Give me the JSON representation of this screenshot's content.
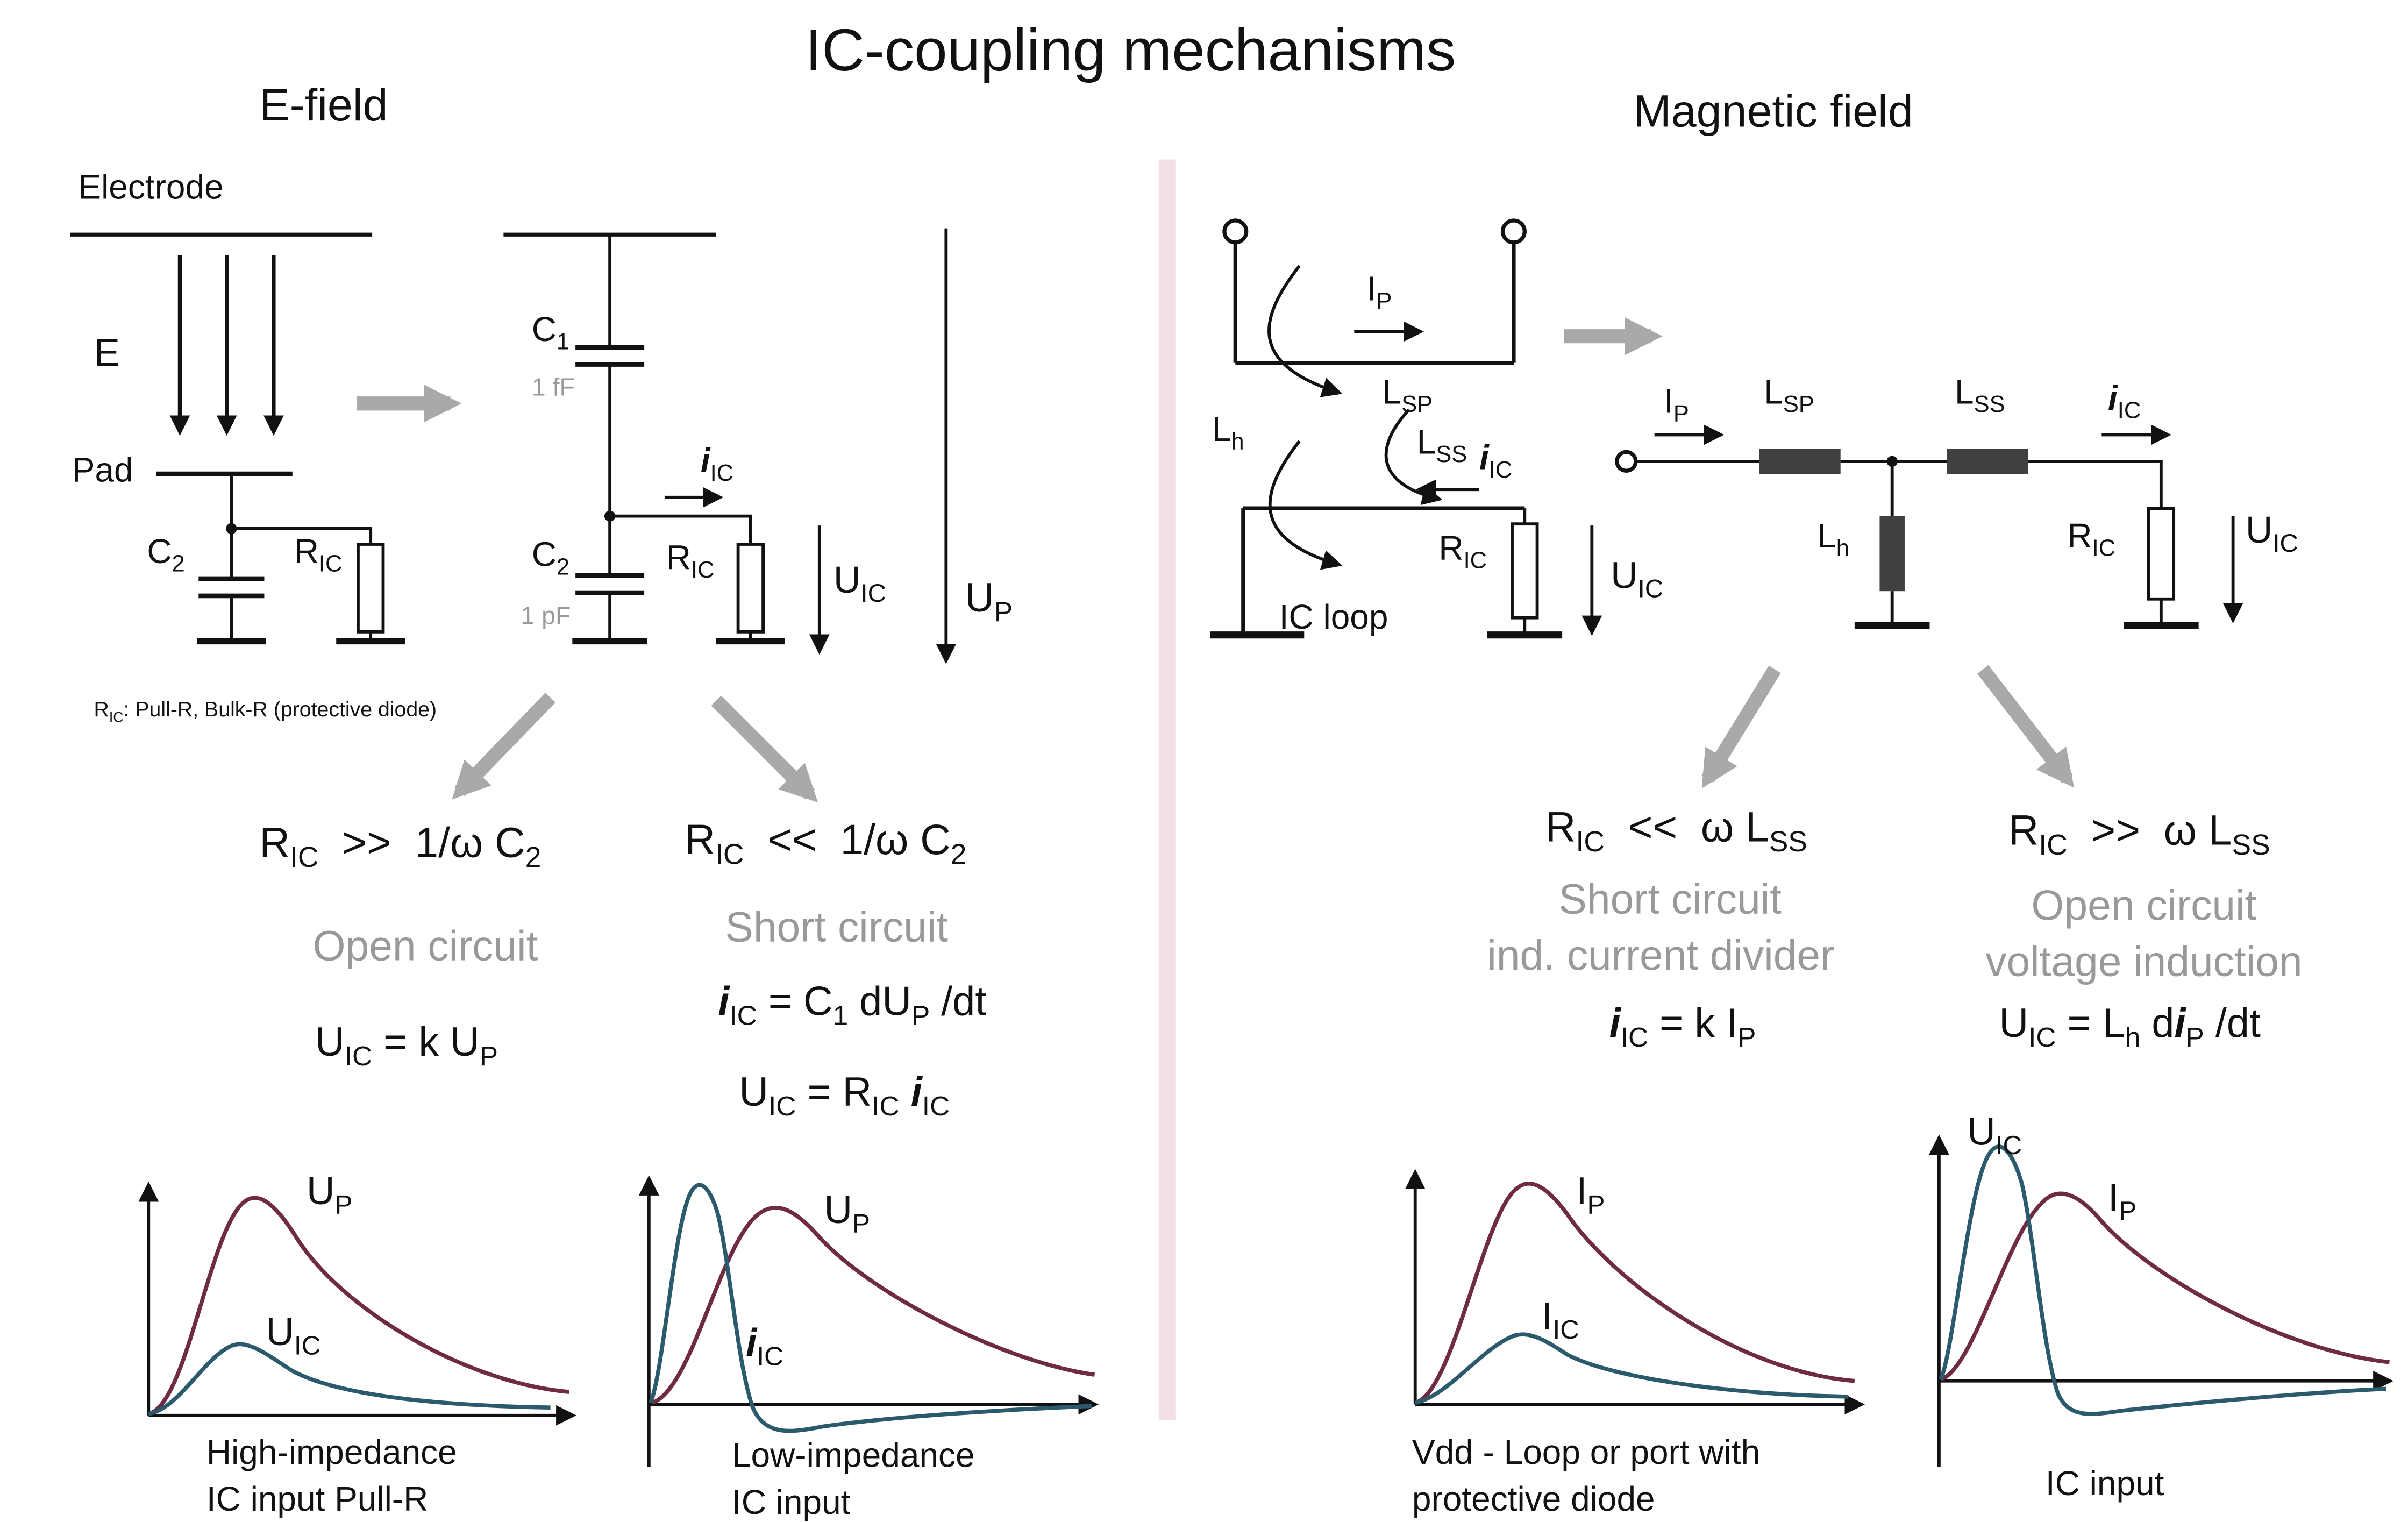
{
  "title": "IC-coupling mechanisms",
  "colors": {
    "primary_curve": "#6e2b42",
    "secondary_curve": "#2a5a6c",
    "muted_text": "#999999",
    "gray_arrow": "#a9a9a9",
    "divider": "#f2e0e8",
    "inductor_fill": "#404040"
  },
  "efield": {
    "header": "E-field",
    "source": {
      "electrode_label": "Electrode",
      "e_label": "E",
      "pad_label": "Pad",
      "c2_label": [
        [
          "t",
          "C"
        ],
        [
          "s",
          "2"
        ]
      ],
      "ric_label": [
        [
          "t",
          "R"
        ],
        [
          "s",
          "IC"
        ]
      ],
      "footnote": [
        [
          "t",
          "R"
        ],
        [
          "s",
          "IC"
        ],
        [
          "t",
          ": Pull-R, Bulk-R (protective diode)"
        ]
      ]
    },
    "equivalent": {
      "c1_label": [
        [
          "t",
          "C"
        ],
        [
          "s",
          "1"
        ]
      ],
      "c1_value": "1 fF",
      "c2_label": [
        [
          "t",
          "C"
        ],
        [
          "s",
          "2"
        ]
      ],
      "c2_value": "1 pF",
      "ric_label": [
        [
          "t",
          "R"
        ],
        [
          "s",
          "IC"
        ]
      ],
      "iic_label": [
        [
          "i",
          "i"
        ],
        [
          "s",
          "IC"
        ]
      ],
      "uic_label": [
        [
          "t",
          "U"
        ],
        [
          "s",
          "IC"
        ]
      ],
      "up_label": [
        [
          "t",
          "U"
        ],
        [
          "s",
          "P"
        ]
      ]
    },
    "case_open": {
      "condition": [
        [
          "t",
          "R"
        ],
        [
          "s",
          "IC"
        ],
        [
          "t",
          "  >>  1/ω C"
        ],
        [
          "s",
          "2"
        ]
      ],
      "mode": "Open circuit",
      "formula1": [
        [
          "t",
          "U"
        ],
        [
          "s",
          "IC"
        ],
        [
          "t",
          " = k U"
        ],
        [
          "s",
          "P"
        ]
      ]
    },
    "case_short": {
      "condition": [
        [
          "t",
          "R"
        ],
        [
          "s",
          "IC"
        ],
        [
          "t",
          "  <<  1/ω C"
        ],
        [
          "s",
          "2"
        ]
      ],
      "mode": "Short circuit",
      "formula1": [
        [
          "i",
          "i"
        ],
        [
          "s",
          "IC"
        ],
        [
          "t",
          " = C"
        ],
        [
          "s",
          "1"
        ],
        [
          "t",
          " dU"
        ],
        [
          "s",
          "P"
        ],
        [
          "t",
          " /dt"
        ]
      ],
      "formula2": [
        [
          "t",
          "U"
        ],
        [
          "s",
          "IC"
        ],
        [
          "t",
          " = R"
        ],
        [
          "s",
          "IC"
        ],
        [
          "t",
          " "
        ],
        [
          "i",
          "i"
        ],
        [
          "s",
          "IC"
        ]
      ]
    },
    "plot_high": {
      "curve1_label": [
        [
          "t",
          "U"
        ],
        [
          "s",
          "P"
        ]
      ],
      "curve2_label": [
        [
          "t",
          "U"
        ],
        [
          "s",
          "IC"
        ]
      ],
      "caption_line1": "High-impedance",
      "caption_line2": "IC input Pull-R"
    },
    "plot_low": {
      "curve1_label": [
        [
          "t",
          "U"
        ],
        [
          "s",
          "P"
        ]
      ],
      "curve2_label": [
        [
          "i",
          "i"
        ],
        [
          "s",
          "IC"
        ]
      ],
      "caption_line1": "Low-impedance",
      "caption_line2": "IC input"
    }
  },
  "magnetic": {
    "header": "Magnetic field",
    "source": {
      "ip_label": [
        [
          "t",
          "I"
        ],
        [
          "s",
          "P"
        ]
      ],
      "lsp_label": [
        [
          "t",
          "L"
        ],
        [
          "s",
          "SP"
        ]
      ],
      "lh_label": [
        [
          "t",
          "L"
        ],
        [
          "s",
          "h"
        ]
      ],
      "lss_label": [
        [
          "t",
          "L"
        ],
        [
          "s",
          "SS"
        ]
      ],
      "iic_label": [
        [
          "i",
          "i"
        ],
        [
          "s",
          "IC"
        ]
      ],
      "ric_label": [
        [
          "t",
          "R"
        ],
        [
          "s",
          "IC"
        ]
      ],
      "uic_label": [
        [
          "t",
          "U"
        ],
        [
          "s",
          "IC"
        ]
      ],
      "loop_label": "IC loop"
    },
    "equivalent": {
      "ip_label": [
        [
          "t",
          "I"
        ],
        [
          "s",
          "P"
        ]
      ],
      "lsp_label": [
        [
          "t",
          "L"
        ],
        [
          "s",
          "SP"
        ]
      ],
      "lss_label": [
        [
          "t",
          "L"
        ],
        [
          "s",
          "SS"
        ]
      ],
      "iic_label": [
        [
          "i",
          "i"
        ],
        [
          "s",
          "IC"
        ]
      ],
      "lh_label": [
        [
          "t",
          "L"
        ],
        [
          "s",
          "h"
        ]
      ],
      "ric_label": [
        [
          "t",
          "R"
        ],
        [
          "s",
          "IC"
        ]
      ],
      "uic_label": [
        [
          "t",
          "U"
        ],
        [
          "s",
          "IC"
        ]
      ]
    },
    "case_short": {
      "condition": [
        [
          "t",
          "R"
        ],
        [
          "s",
          "IC"
        ],
        [
          "t",
          "  <<  ω L"
        ],
        [
          "s",
          "SS"
        ]
      ],
      "mode_line1": "Short circuit",
      "mode_line2": "ind. current divider",
      "formula1": [
        [
          "i",
          "i"
        ],
        [
          "s",
          "IC"
        ],
        [
          "t",
          " = k I"
        ],
        [
          "s",
          "P"
        ]
      ]
    },
    "case_open": {
      "condition": [
        [
          "t",
          "R"
        ],
        [
          "s",
          "IC"
        ],
        [
          "t",
          "  >>  ω L"
        ],
        [
          "s",
          "SS"
        ]
      ],
      "mode_line1": "Open circuit",
      "mode_line2": "voltage induction",
      "formula1": [
        [
          "t",
          "U"
        ],
        [
          "s",
          "IC"
        ],
        [
          "t",
          " = L"
        ],
        [
          "s",
          "h"
        ],
        [
          "t",
          " d"
        ],
        [
          "i",
          "i"
        ],
        [
          "s",
          "P"
        ],
        [
          "t",
          " /dt"
        ]
      ]
    },
    "plot_vdd": {
      "curve1_label": [
        [
          "t",
          "I"
        ],
        [
          "s",
          "P"
        ]
      ],
      "curve2_label": [
        [
          "t",
          "I"
        ],
        [
          "s",
          "IC"
        ]
      ],
      "caption_line1": "Vdd - Loop or port with",
      "caption_line2": "protective diode"
    },
    "plot_input": {
      "curve1_label": [
        [
          "t",
          "U"
        ],
        [
          "s",
          "IC"
        ]
      ],
      "curve2_label": [
        [
          "t",
          "I"
        ],
        [
          "s",
          "P"
        ]
      ],
      "caption_line1": "IC input"
    }
  }
}
